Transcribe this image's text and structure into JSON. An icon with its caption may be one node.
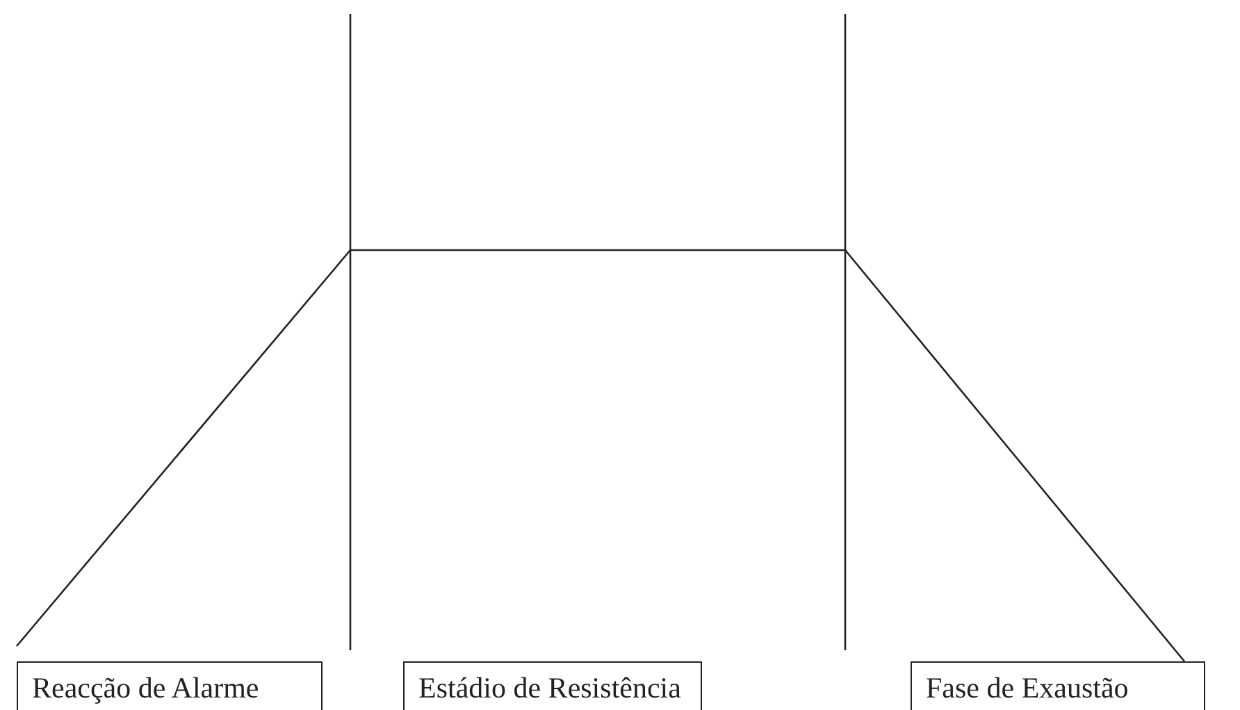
{
  "diagram": {
    "nodes": [
      {
        "text": [
          "Reacção de Alarme"
        ]
      },
      {
        "text": [
          "Estádio de Resistência"
        ]
      },
      {
        "text": [
          "Fase de Exaustão"
        ]
      }
    ]
  }
}
